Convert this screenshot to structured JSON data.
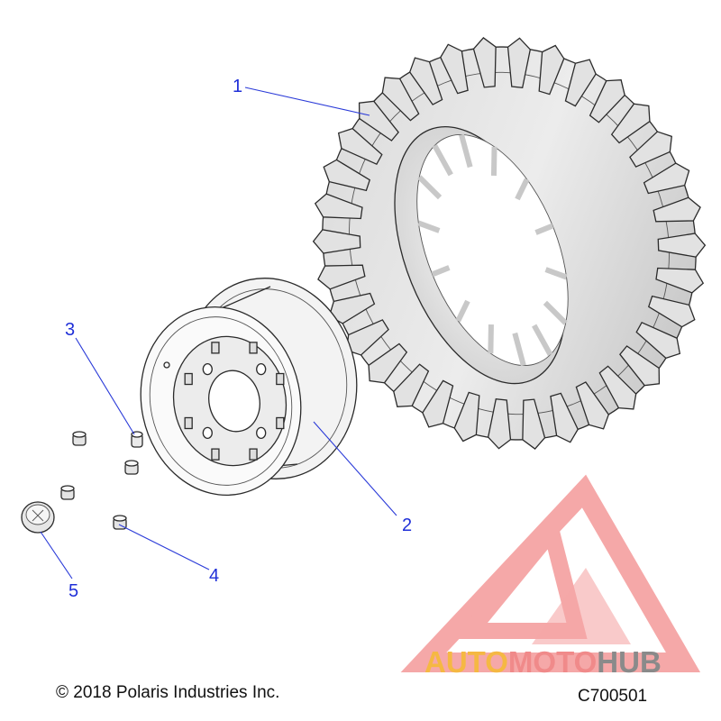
{
  "callouts": [
    {
      "id": "1",
      "label": "1"
    },
    {
      "id": "2",
      "label": "2"
    },
    {
      "id": "3",
      "label": "3"
    },
    {
      "id": "4",
      "label": "4"
    },
    {
      "id": "5",
      "label": "5"
    }
  ],
  "footer": {
    "copyright": "© 2018 Polaris Industries Inc.",
    "drawing_number": "C700501"
  },
  "watermark": {
    "text_part_1": "AUTO",
    "text_part_2": "MOTO",
    "text_part_3": "HUB",
    "color_part_1": "#f5b843",
    "color_part_2": "#f08a8a",
    "color_part_3": "#8a8a8a",
    "logo_color": "#f28b8b"
  },
  "icons": [
    "tire-icon",
    "wheel-rim-icon",
    "valve-stem-icon",
    "lug-nut-icon",
    "hub-cap-icon",
    "logo-triangle-icon"
  ]
}
